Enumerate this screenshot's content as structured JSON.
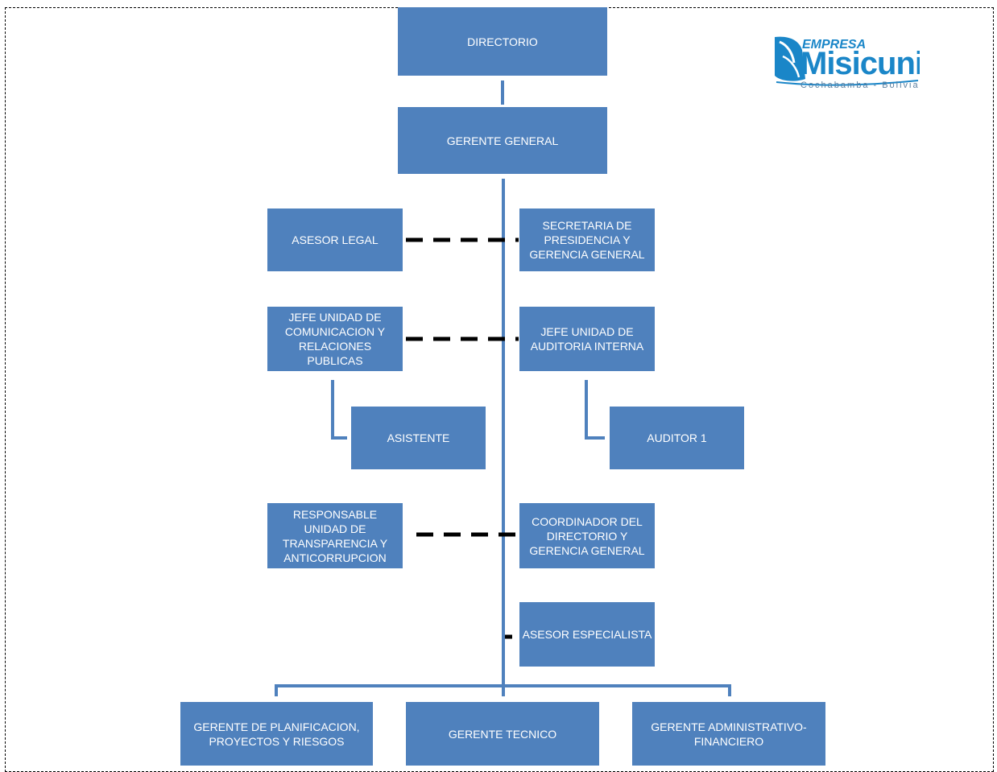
{
  "org_chart": {
    "directorio": "DIRECTORIO",
    "gerente_general": "GERENTE GENERAL",
    "asesor_legal": "ASESOR LEGAL",
    "secretaria": "SECRETARIA DE\nPRESIDENCIA Y\nGERENCIA GENERAL",
    "jefe_comunicacion": "JEFE UNIDAD DE\nCOMUNICACION Y\nRELACIONES\nPUBLICAS",
    "jefe_auditoria": "JEFE UNIDAD DE\nAUDITORIA INTERNA",
    "asistente": "ASISTENTE",
    "auditor": "AUDITOR 1",
    "responsable_transparencia": "RESPONSABLE\nUNIDAD DE\nTRANSPARENCIA Y\nANTICORRUPCION",
    "coordinador": "COORDINADOR DEL\nDIRECTORIO Y\nGERENCIA GENERAL",
    "asesor_especialista": "ASESOR ESPECIALISTA",
    "gerente_planificacion": "GERENTE DE PLANIFICACION,\nPROYECTOS  Y RIESGOS",
    "gerente_tecnico": "GERENTE TECNICO",
    "gerente_administrativo": "GERENTE ADMINISTRATIVO-\nFINANCIERO"
  },
  "logo": {
    "top_text": "EMPRESA",
    "name": "Misicuni",
    "subtitle": "Cochabamba - Bolivia"
  },
  "colors": {
    "box_fill": "#4f81bd",
    "connector": "#4f81bd",
    "dashed_connector": "#000000",
    "logo_blue": "#1a86c8"
  }
}
